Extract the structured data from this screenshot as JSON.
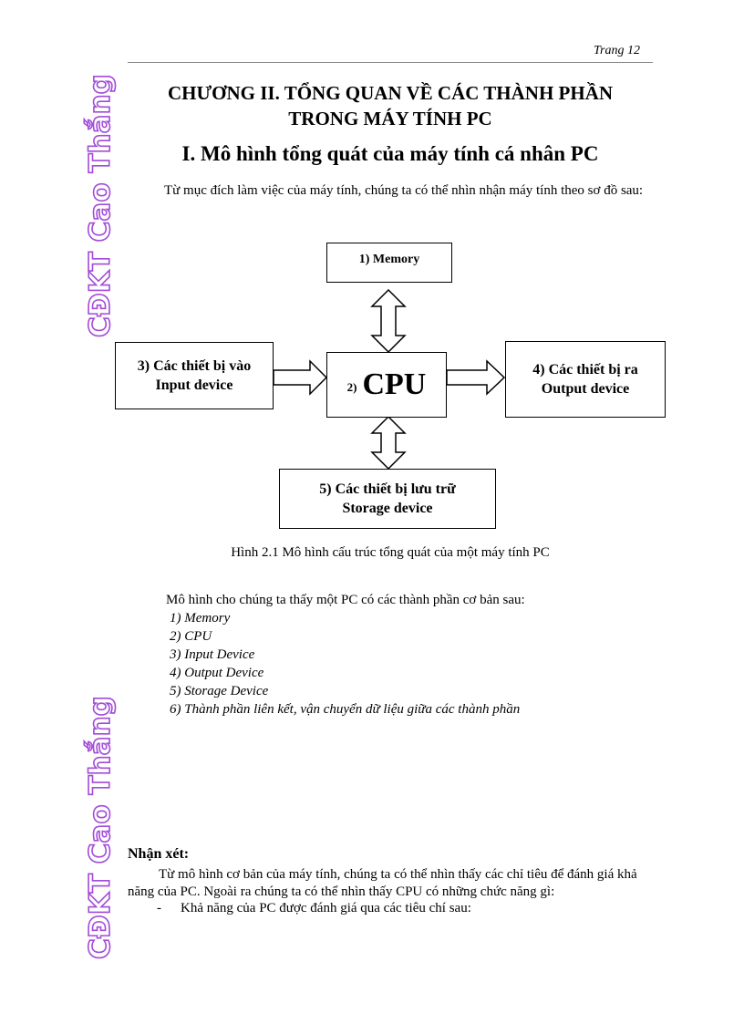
{
  "header": {
    "page_label": "Trang 12"
  },
  "watermark": {
    "top": "CĐKT Cao Thắng",
    "bottom": "CĐKT Cao Thắng"
  },
  "chapter_title": {
    "line1": "CHƯƠNG II. TỔNG QUAN VỀ CÁC THÀNH PHẦN",
    "line2": "TRONG MÁY TÍNH PC"
  },
  "section_title": "I. Mô hình tổng quát của máy tính cá nhân PC",
  "intro_text": "Từ mục đích làm việc của máy tính, chúng ta có thể nhìn nhận máy tính theo sơ đồ sau:",
  "diagram": {
    "memory": "1) Memory",
    "input_line1": "3)  Các thiết bị vào",
    "input_line2": "Input device",
    "cpu_num": "2)",
    "cpu_label": "CPU",
    "output_line1": "4) Các thiết bị ra",
    "output_line2": "Output device",
    "storage_line1": "5)  Các thiết bị lưu trữ",
    "storage_line2": "Storage device"
  },
  "caption": "Hình 2.1  Mô hình cấu trúc tổng quát của một máy tính PC",
  "list_intro": "Mô hình cho chúng ta thấy một PC có các thành phần cơ bản sau:",
  "components": [
    "1) Memory",
    "2) CPU",
    "3) Input Device",
    "4) Output Device",
    "5) Storage Device",
    "6) Thành phần liên kết, vận chuyển dữ liệu giữa các thành phần"
  ],
  "note": {
    "heading": "Nhận xét:",
    "paragraph": "Từ mô hình cơ bản của máy tính, chúng ta có thể nhìn thấy các chỉ tiêu để đánh giá khả năng của PC. Ngoài ra chúng ta có thể nhìn thấy CPU có những chức năng gì:",
    "bullet_dash": "-",
    "bullet": "Khả năng của PC được đánh giá qua các tiêu chí sau:"
  }
}
